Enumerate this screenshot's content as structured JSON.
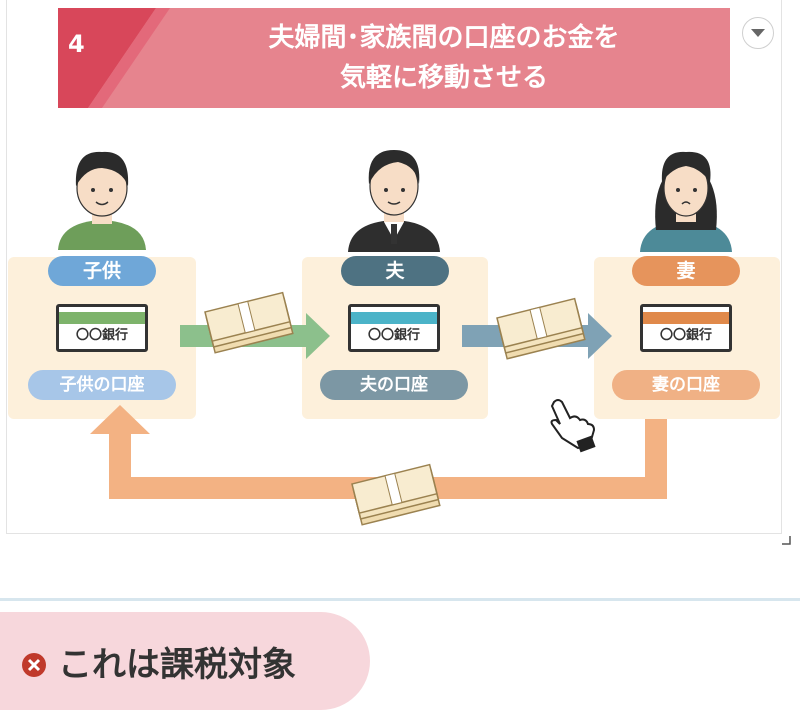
{
  "slide": {
    "number": "4",
    "title_line1": "夫婦間･家族間の口座のお金を",
    "title_line2": "気軽に移動させる"
  },
  "accounts": [
    {
      "role": "子供",
      "bank_label": "〇〇銀行",
      "account_label": "子供の口座",
      "color": "#6fa7d8",
      "stripe": "#7db36b"
    },
    {
      "role": "夫",
      "bank_label": "〇〇銀行",
      "account_label": "夫の口座",
      "color": "#4e7282",
      "stripe": "#4bb3c8"
    },
    {
      "role": "妻",
      "bank_label": "〇〇銀行",
      "account_label": "妻の口座",
      "color": "#e6945c",
      "stripe": "#e0894a"
    }
  ],
  "footer": {
    "verdict": "これは課税対象",
    "icon": "x-circle-icon"
  },
  "colors": {
    "banner": "#e6848e",
    "box": "#fdf0db",
    "arrow_green": "#8cc08c",
    "arrow_blue": "#7fa2b5",
    "arrow_orange": "#f3b283"
  }
}
